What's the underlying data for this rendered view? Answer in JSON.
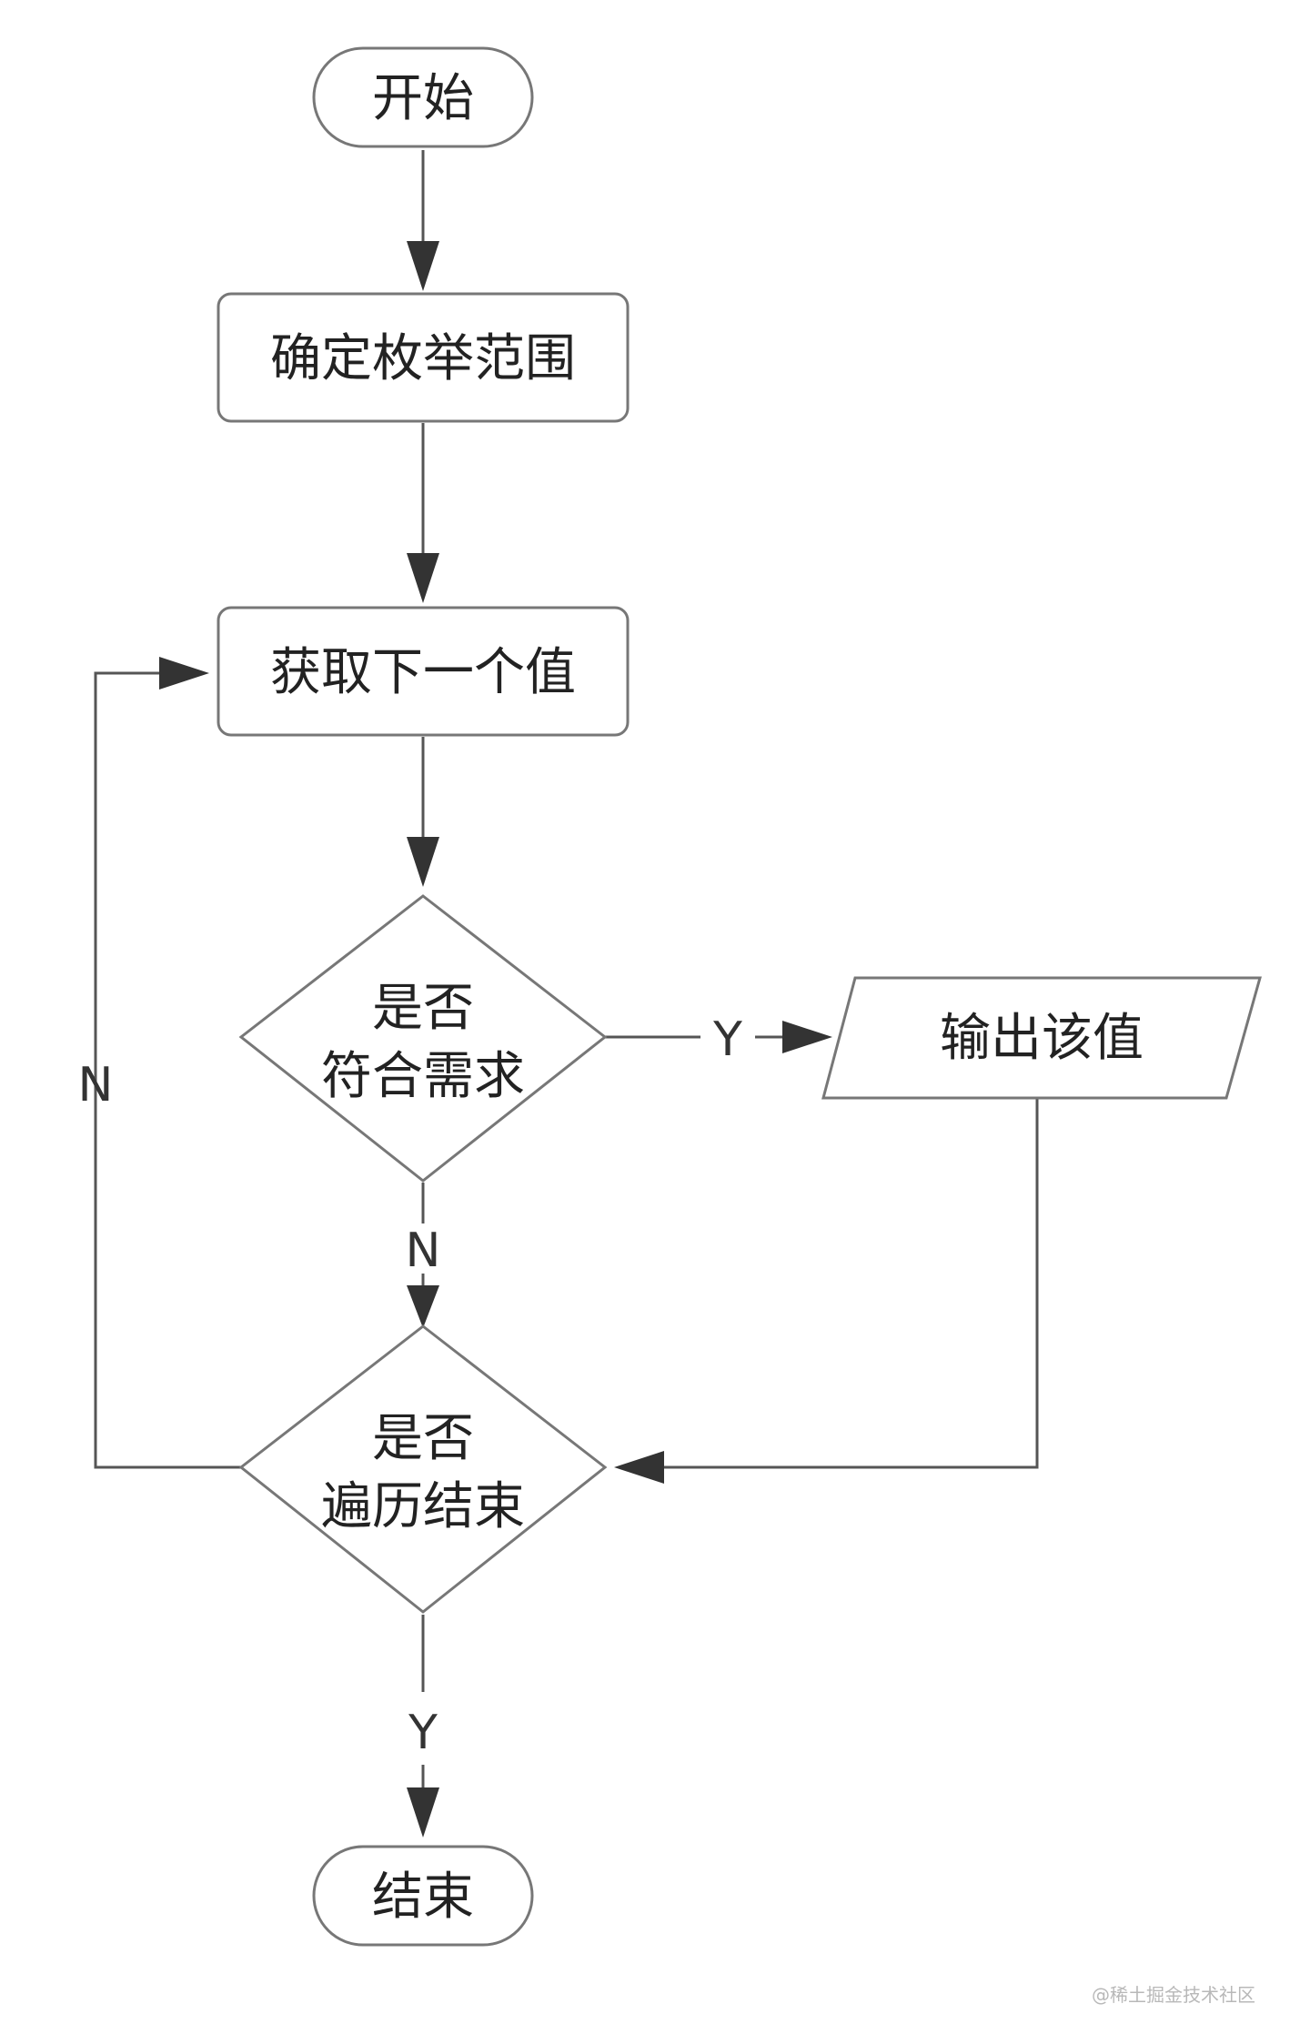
{
  "diagram": {
    "nodes": {
      "start": "开始",
      "determine_range": "确定枚举范围",
      "get_next": "获取下一个值",
      "check_requirement": [
        "是否",
        "符合需求"
      ],
      "output_value": "输出该值",
      "check_end": [
        "是否",
        "遍历结束"
      ],
      "end": "结束"
    },
    "edge_labels": {
      "requirement_yes": "Y",
      "requirement_no": "N",
      "loop_back_no": "N",
      "end_yes": "Y"
    }
  },
  "watermark": "@稀土掘金技术社区"
}
